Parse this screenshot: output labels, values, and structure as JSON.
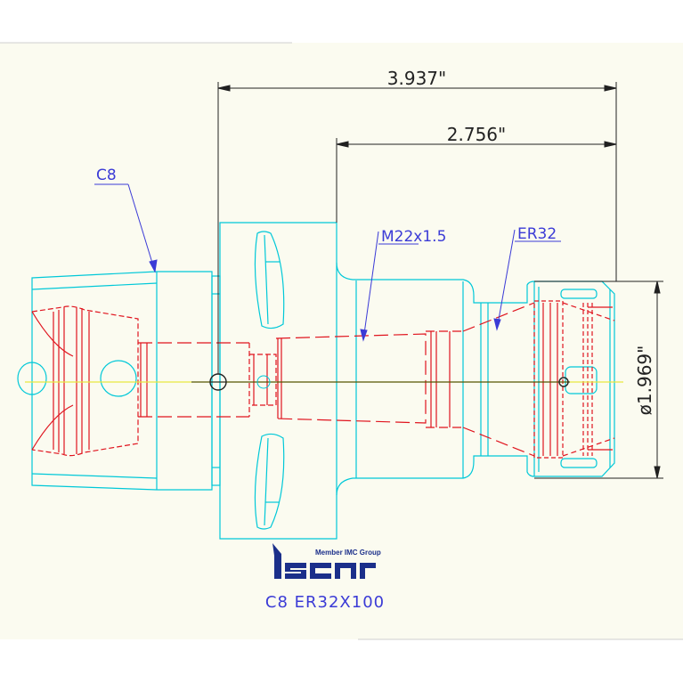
{
  "drawing": {
    "dimensions": {
      "overall_length": "3.937\"",
      "projection_length": "2.756\"",
      "diameter": "ø1.969\""
    },
    "callouts": {
      "shank": "C8",
      "thread": "M22x1.5",
      "collet": "ER32"
    },
    "logo": {
      "tagline": "Member IMC Group",
      "brand": "iscar"
    },
    "title": "C8 ER32X100"
  },
  "colors": {
    "paper": "#fbfbf0",
    "outline": "#00c8d8",
    "hidden": "#e0141e",
    "dimension": "#202020",
    "callout": "#3b3bd6",
    "centerline_left": "#e8e840",
    "centerline": "#555500",
    "logo": "#1b2f8a"
  }
}
